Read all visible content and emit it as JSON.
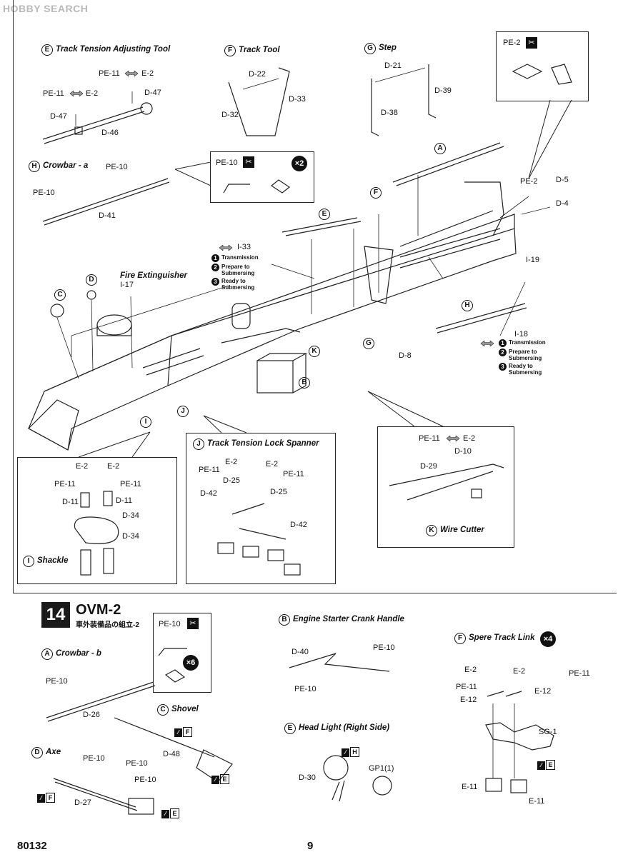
{
  "watermark": "HOBBY SEARCH",
  "page": {
    "code": "80132",
    "number": "9"
  },
  "step": {
    "number": "14",
    "title": "OVM-2",
    "subtitle": "車外装備品の組立-2"
  },
  "sections": {
    "E_tension_tool": {
      "letter": "E",
      "title": "Track Tension Adjusting Tool",
      "parts": [
        "PE-11",
        "E-2",
        "PE-11",
        "E-2",
        "D-47",
        "D-47",
        "D-46"
      ]
    },
    "F_track_tool": {
      "letter": "F",
      "title": "Track Tool",
      "parts": [
        "D-22",
        "D-33",
        "D-32"
      ]
    },
    "G_step": {
      "letter": "G",
      "title": "Step",
      "parts": [
        "D-21",
        "D-39",
        "D-38"
      ]
    },
    "pe2_box": {
      "label": "PE-2"
    },
    "H_crowbar_a": {
      "letter": "H",
      "title": "Crowbar - a",
      "parts": [
        "PE-10",
        "PE-10",
        "D-41"
      ]
    },
    "pe10_box_top": {
      "label": "PE-10",
      "count": "×2"
    },
    "transmission_note_left": {
      "part": "I-33",
      "items": [
        "Transmission",
        "Prepare to Submersing",
        "Ready to Submersing"
      ]
    },
    "transmission_note_right": {
      "part": "I-18",
      "items": [
        "Transmission",
        "Prepare to Submersing",
        "Ready to Submersing"
      ]
    },
    "fire_ext": {
      "title": "Fire Extinguisher",
      "part": "I-17"
    },
    "main_labels": {
      "A": "A",
      "B": "B",
      "C": "C",
      "D": "D",
      "E": "E",
      "F": "F",
      "G": "G",
      "H": "H",
      "I": "I",
      "J": "J",
      "K": "K",
      "PE-2": "PE-2",
      "D-5": "D-5",
      "D-4": "D-4",
      "I-19": "I-19",
      "D-8": "D-8"
    },
    "I_shackle": {
      "letter": "I",
      "title": "Shackle",
      "parts": [
        "E-2",
        "E-2",
        "PE-11",
        "PE-11",
        "D-11",
        "D-11",
        "D-34",
        "D-34"
      ]
    },
    "J_lock_spanner": {
      "letter": "J",
      "title": "Track Tension Lock Spanner",
      "parts": [
        "E-2",
        "E-2",
        "PE-11",
        "PE-11",
        "D-25",
        "D-25",
        "D-42",
        "D-42"
      ]
    },
    "K_wire_cutter": {
      "letter": "K",
      "title": "Wire Cutter",
      "parts": [
        "PE-11",
        "E-2",
        "D-10",
        "D-29"
      ]
    },
    "A_crowbar_b": {
      "letter": "A",
      "title": "Crowbar - b",
      "parts": [
        "PE-10",
        "D-26"
      ]
    },
    "pe10_box_bottom": {
      "label": "PE-10",
      "count": "×6"
    },
    "B_crank": {
      "letter": "B",
      "title": "Engine Starter Crank Handle",
      "parts": [
        "D-40",
        "PE-10",
        "PE-10"
      ]
    },
    "C_shovel": {
      "letter": "C",
      "title": "Shovel",
      "parts": [
        "PE-10",
        "D-48"
      ],
      "paints": [
        "F",
        "E"
      ]
    },
    "D_axe": {
      "letter": "D",
      "title": "Axe",
      "parts": [
        "PE-10",
        "PE-10",
        "D-27"
      ],
      "paints": [
        "F",
        "E"
      ]
    },
    "E_headlight": {
      "letter": "E",
      "title": "Head Light (Right Side)",
      "parts": [
        "D-30",
        "GP1(1)"
      ],
      "paints": [
        "H"
      ]
    },
    "F_track_link": {
      "letter": "F",
      "title": "Spere Track Link",
      "count": "×4",
      "parts": [
        "E-2",
        "E-2",
        "PE-11",
        "PE-11",
        "E-12",
        "E-12",
        "SG-1",
        "E-11",
        "E-11"
      ],
      "paints": [
        "E"
      ]
    }
  }
}
